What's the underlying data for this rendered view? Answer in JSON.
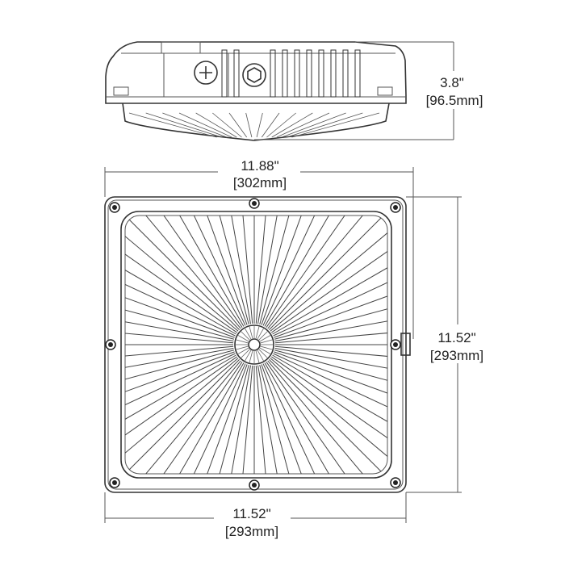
{
  "dimensions": {
    "height": {
      "inches": "3.8\"",
      "mm": "[96.5mm]"
    },
    "width_top": {
      "inches": "11.88\"",
      "mm": "[302mm]"
    },
    "depth_right": {
      "inches": "11.52\"",
      "mm": "[293mm]"
    },
    "width_bottom": {
      "inches": "11.52\"",
      "mm": "[293mm]"
    }
  },
  "colors": {
    "line": "#333333",
    "background": "#ffffff"
  }
}
